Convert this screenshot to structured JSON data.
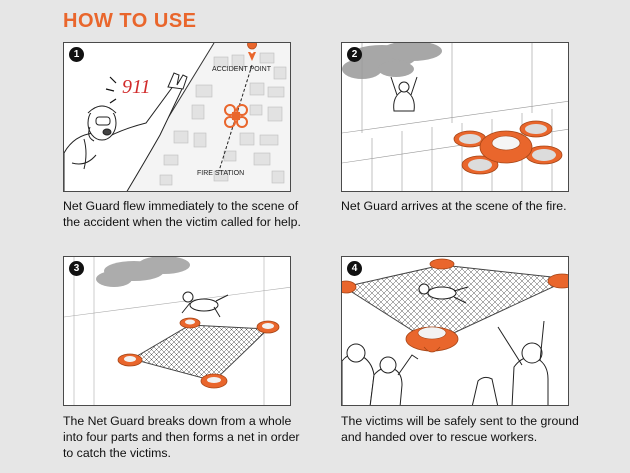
{
  "title": "HOW TO USE",
  "colors": {
    "accent": "#e9662c",
    "background": "#e6e6e6"
  },
  "panels": [
    {
      "number": "1",
      "scene": {
        "phone_text": "911",
        "map_label_top": "ACCIDENT POINT",
        "map_label_bottom": "FIRE STATION"
      },
      "caption": "Net Guard flew immediately to the scene of the accident when the victim called for help."
    },
    {
      "number": "2",
      "caption": "Net Guard arrives at the scene of the fire."
    },
    {
      "number": "3",
      "caption": "The Net Guard breaks down from a whole into four parts and then forms a net in order to catch the victims."
    },
    {
      "number": "4",
      "caption": "The victims will be safely sent to the ground and handed over to rescue workers."
    }
  ]
}
